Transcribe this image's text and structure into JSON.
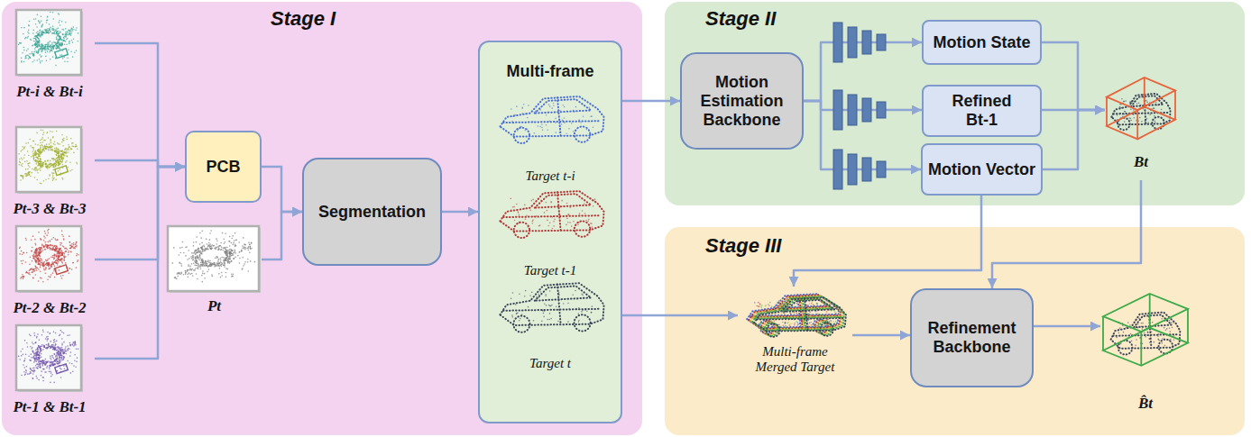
{
  "diagram": {
    "nodes": [
      {
        "text": [
          "Stage I"
        ]
      },
      {
        "text": [
          "Pt-i & Bt-i"
        ],
        "in": 0
      },
      {
        "text": [
          "Pt-3 & Bt-3"
        ],
        "in": 0
      },
      {
        "text": [
          "Pt-2 & Bt-2"
        ],
        "in": 0
      },
      {
        "text": [
          "Pt-1 & Bt-1"
        ],
        "in": 0
      },
      {
        "text": [
          "PCB"
        ],
        "in": 0
      },
      {
        "text": [
          "Pt"
        ],
        "in": 0
      },
      {
        "text": [
          "Segmentation"
        ],
        "in": 0
      },
      {
        "text": [
          "Multi-frame",
          "Target t-i",
          "Target t-1",
          "Target t"
        ],
        "in": 0
      },
      {
        "text": [
          "Stage II"
        ]
      },
      {
        "text": [
          "Motion Estimation Backbone"
        ],
        "in": 9
      },
      {
        "text": [
          "Motion State"
        ],
        "in": 9
      },
      {
        "text": [
          "Refined Bt-1"
        ],
        "in": 9
      },
      {
        "text": [
          "Motion Vector"
        ],
        "in": 9
      },
      {
        "text": [
          "Bt"
        ],
        "in": 9
      },
      {
        "text": [
          "Stage III"
        ]
      },
      {
        "text": [
          "Multi-frame Merged Target"
        ],
        "in": 15
      },
      {
        "text": [
          "Refinement Backbone"
        ],
        "in": 15
      },
      {
        "text": [
          "B̂t"
        ],
        "in": 15
      }
    ],
    "edges": [
      {
        "from": 1,
        "to": 5,
        "arrow": "to"
      },
      {
        "from": 2,
        "to": 5,
        "arrow": "to"
      },
      {
        "from": 3,
        "to": 5,
        "arrow": "to"
      },
      {
        "from": 4,
        "to": 5,
        "arrow": "to"
      },
      {
        "from": 5,
        "to": 7,
        "arrow": "to"
      },
      {
        "from": 6,
        "to": 7,
        "arrow": "to"
      },
      {
        "from": 7,
        "to": 8,
        "arrow": "to"
      },
      {
        "from": 8,
        "to": 10,
        "arrow": "to"
      },
      {
        "from": 10,
        "to": 11,
        "arrow": "to"
      },
      {
        "from": 10,
        "to": 12,
        "arrow": "to"
      },
      {
        "from": 10,
        "to": 13,
        "arrow": "to"
      },
      {
        "from": 11,
        "to": 14,
        "arrow": "to"
      },
      {
        "from": 12,
        "to": 14,
        "arrow": "to"
      },
      {
        "from": 13,
        "to": 14,
        "arrow": "to"
      },
      {
        "from": 13,
        "to": 16,
        "arrow": "to"
      },
      {
        "from": 14,
        "to": 17,
        "arrow": "to"
      },
      {
        "from": 8,
        "to": 16,
        "arrow": "to"
      },
      {
        "from": 16,
        "to": 17,
        "arrow": "to"
      },
      {
        "from": 17,
        "to": 18,
        "arrow": "to"
      }
    ]
  }
}
